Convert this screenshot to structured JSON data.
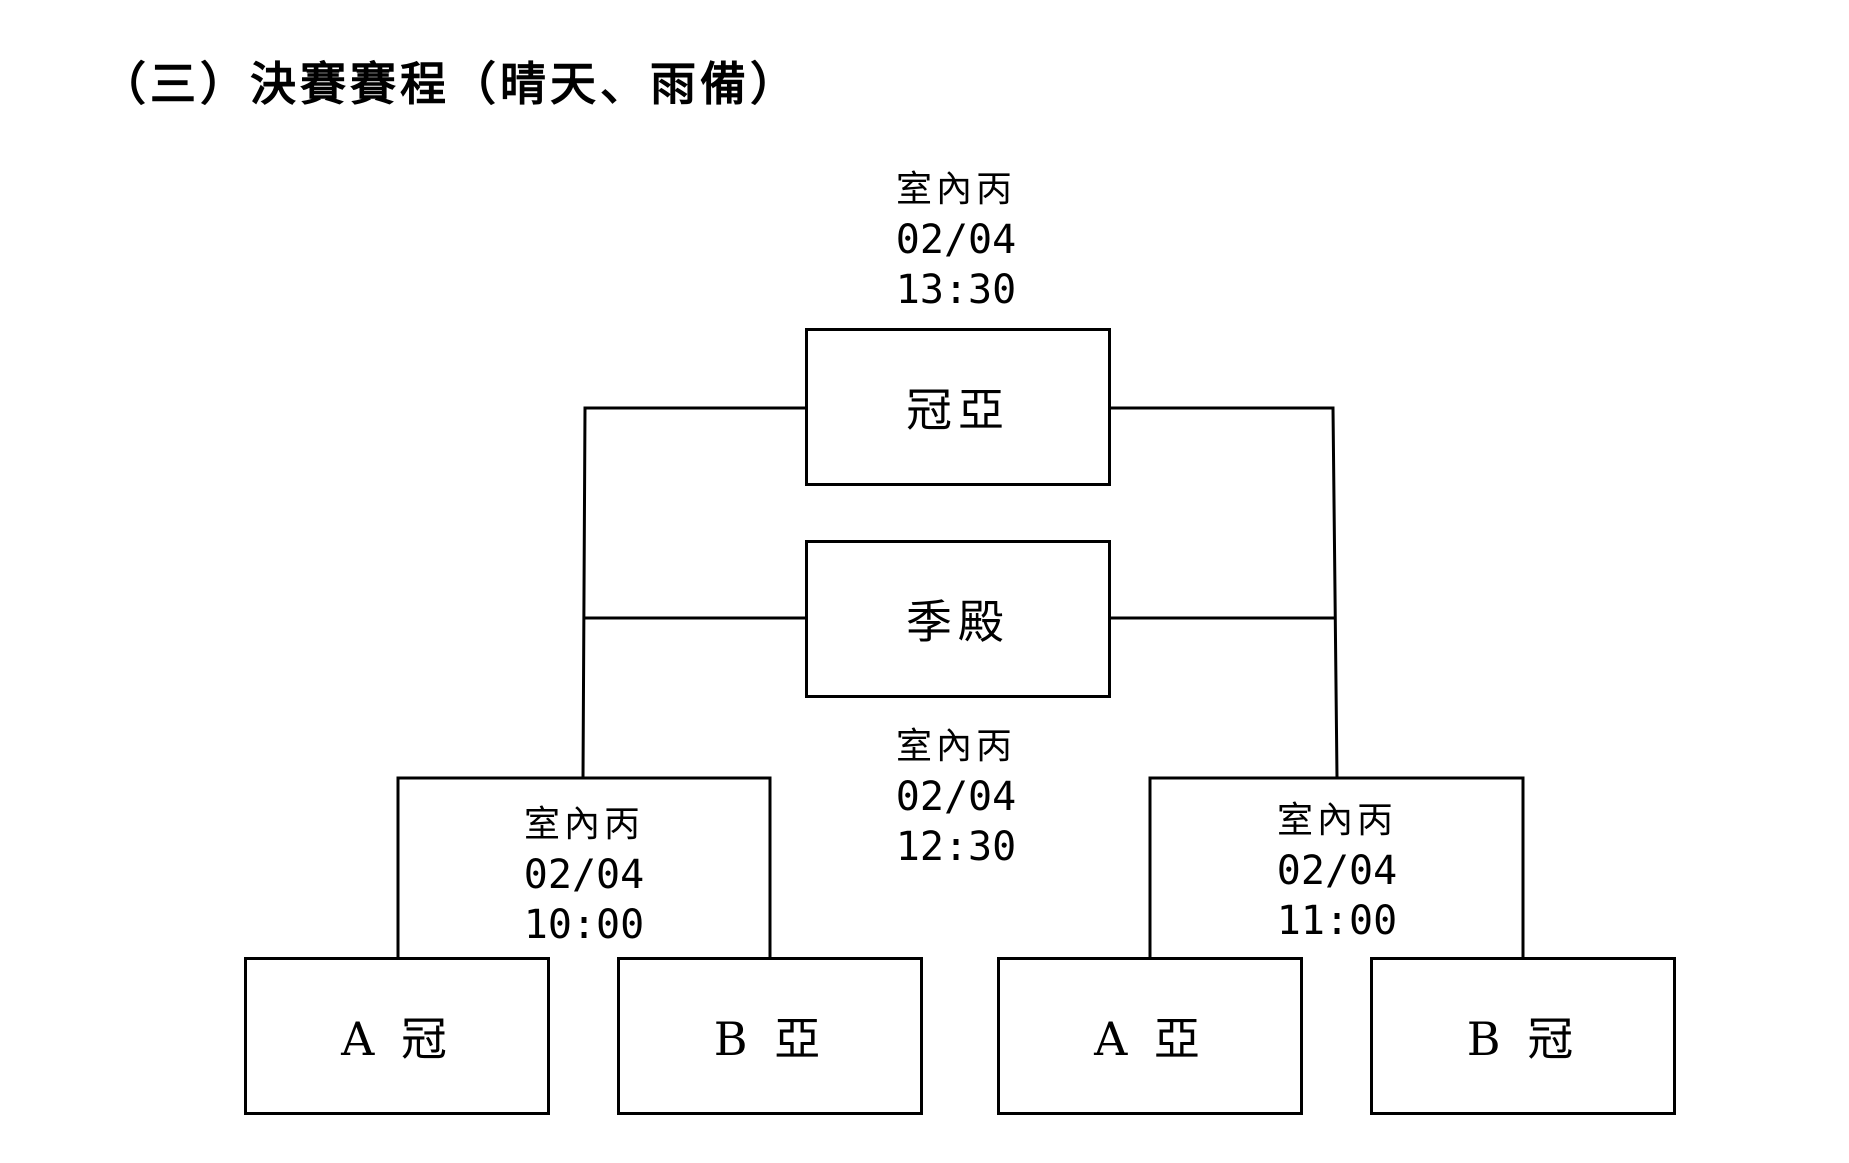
{
  "title": "（三）決賽賽程（晴天、雨備）",
  "final": {
    "label": "冠亞",
    "venue": "室內丙",
    "date": "02/04",
    "time": "13:30"
  },
  "third_place": {
    "label": "季殿",
    "venue": "室內丙",
    "date": "02/04",
    "time": "12:30"
  },
  "semi_left": {
    "venue": "室內丙",
    "date": "02/04",
    "time": "10:00",
    "team_a": "A 冠",
    "team_b": "B 亞"
  },
  "semi_right": {
    "venue": "室內丙",
    "date": "02/04",
    "time": "11:00",
    "team_a": "A 亞",
    "team_b": "B 冠"
  }
}
